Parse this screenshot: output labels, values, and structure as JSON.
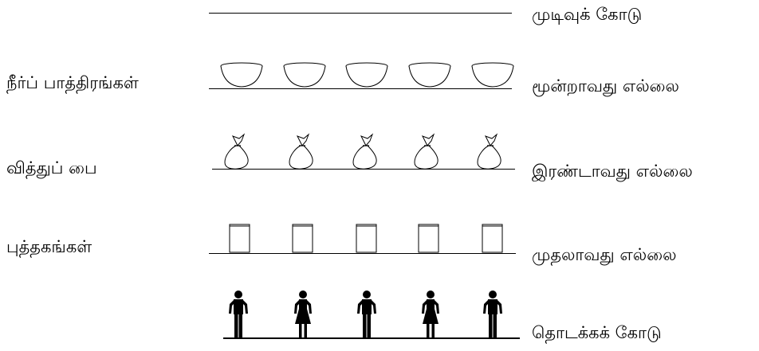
{
  "left_labels": {
    "row_bowls": "நீர்ப் பாத்திரங்கள்",
    "row_bags": "வித்துப் பை",
    "row_books": "புத்தகங்கள்"
  },
  "right_labels": {
    "finish_line": "முடிவுக் கோடு",
    "third_limit": "மூன்றாவது எல்லை",
    "second_limit": "இரண்டாவது எல்லை",
    "first_limit": "முதலாவது எல்லை",
    "start_line": "தொடக்கக் கோடு"
  },
  "items": {
    "bowls": [
      "water-bowl",
      "water-bowl",
      "water-bowl",
      "water-bowl",
      "water-bowl"
    ],
    "bags": [
      "seed-bag",
      "seed-bag",
      "seed-bag",
      "seed-bag",
      "seed-bag"
    ],
    "books": [
      "book",
      "book",
      "book",
      "book",
      "book"
    ],
    "people": [
      "boy",
      "girl",
      "boy",
      "girl",
      "boy"
    ]
  }
}
